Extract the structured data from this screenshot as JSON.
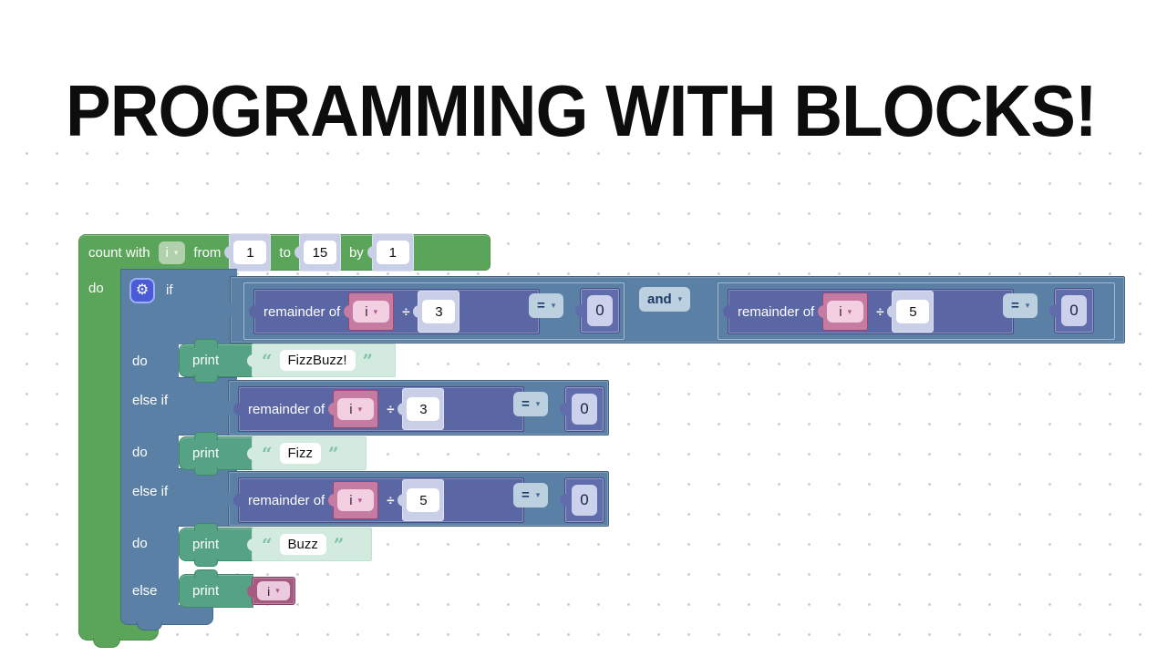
{
  "title": "PROGRAMMING WITH BLOCKS!",
  "icons": {
    "gear": "⚙",
    "dropdown_arrow": "▾",
    "quote_open": "“",
    "quote_close": "”"
  },
  "workspace": {
    "count_block": {
      "keyword": "count with",
      "variable": "i",
      "from_label": "from",
      "from_value": "1",
      "to_label": "to",
      "to_value": "15",
      "by_label": "by",
      "by_value": "1"
    },
    "outer_do_label": "do",
    "if_block": {
      "if_label": "if",
      "do_label": "do",
      "else_if_label": "else if",
      "else_label": "else"
    },
    "logic": {
      "and_operator": "and"
    },
    "conditions": [
      {
        "label": "remainder of",
        "variable": "i",
        "operator_symbol": "÷",
        "divisor": "3",
        "comparator": "=",
        "rhs": "0"
      },
      {
        "label": "remainder of",
        "variable": "i",
        "operator_symbol": "÷",
        "divisor": "5",
        "comparator": "=",
        "rhs": "0"
      },
      {
        "label": "remainder of",
        "variable": "i",
        "operator_symbol": "÷",
        "divisor": "3",
        "comparator": "=",
        "rhs": "0"
      },
      {
        "label": "remainder of",
        "variable": "i",
        "operator_symbol": "÷",
        "divisor": "5",
        "comparator": "=",
        "rhs": "0"
      }
    ],
    "prints": [
      {
        "label": "print",
        "value": "FizzBuzz!"
      },
      {
        "label": "print",
        "value": "Fizz"
      },
      {
        "label": "print",
        "value": "Buzz"
      },
      {
        "label": "print",
        "variable": "i"
      }
    ]
  },
  "colors": {
    "loop_green": "#5ba55b",
    "logic_blue": "#5b80a5",
    "math_purple": "#5b67a5",
    "text_teal": "#55a384",
    "variable_pink": "#a55b80",
    "shadow_number": "#c9cfe6",
    "shadow_text": "#d3eadf",
    "grid_dot": "#c9c9c9"
  }
}
